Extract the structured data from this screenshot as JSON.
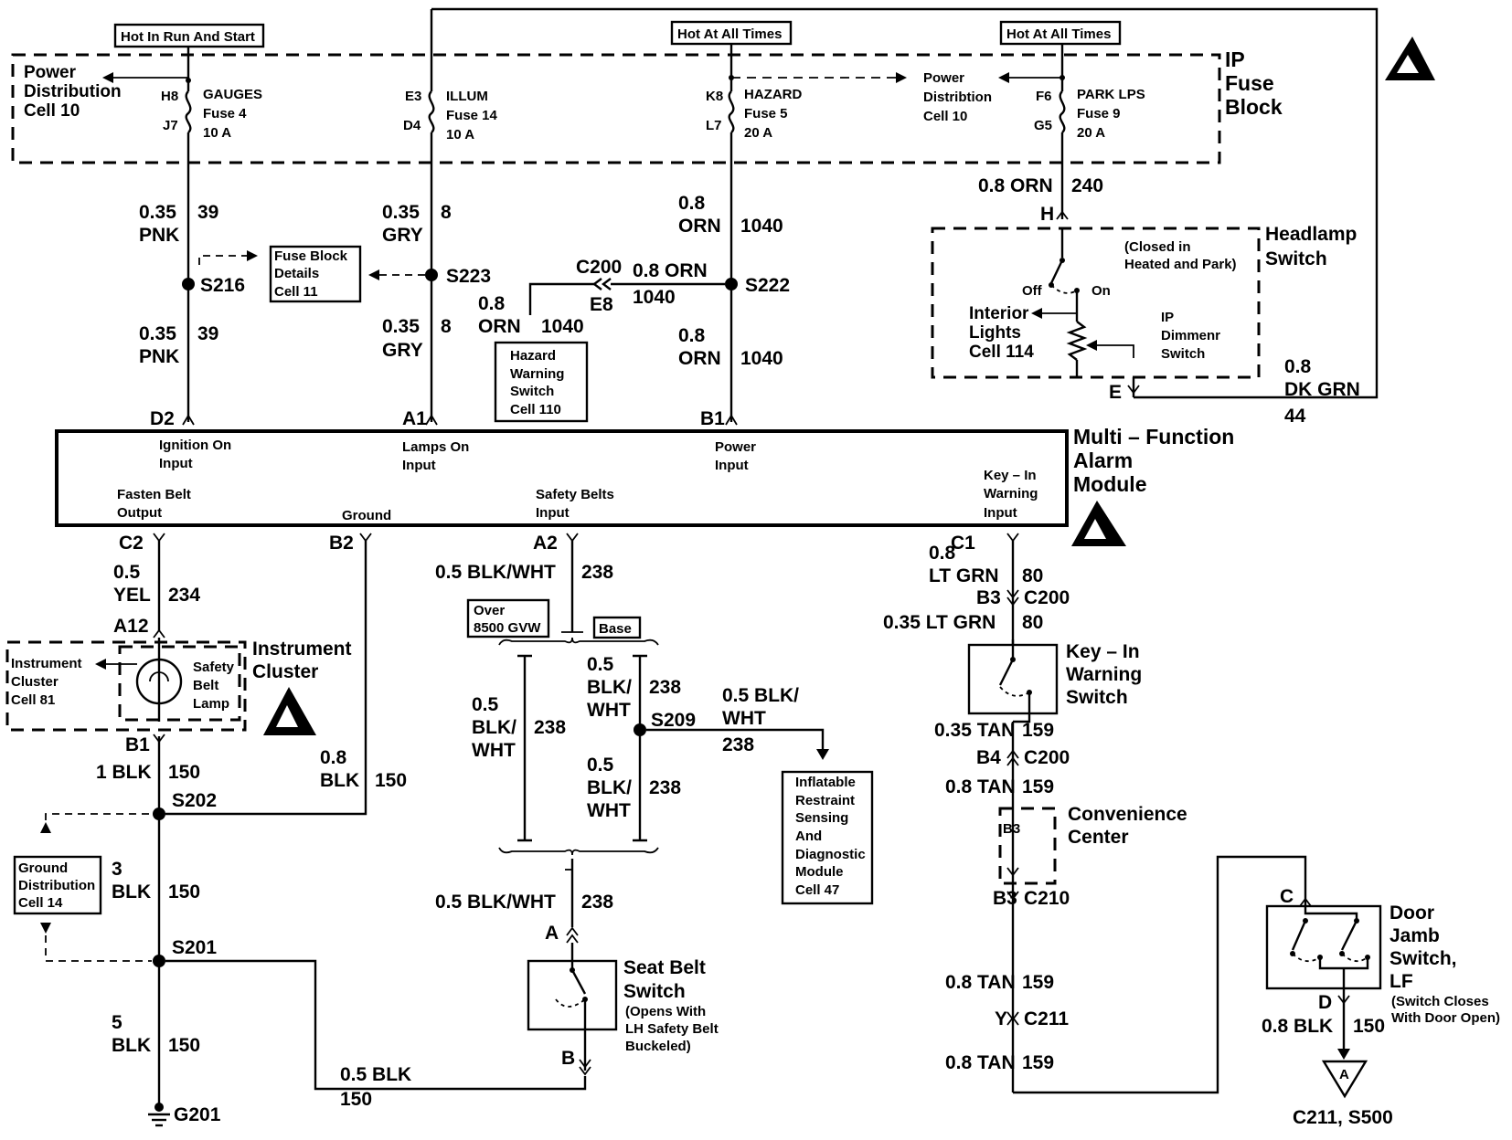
{
  "hot_labels": {
    "run_start": "Hot In Run And Start",
    "all_times_1": "Hot At All Times",
    "all_times_2": "Hot At All Times"
  },
  "ip_fuse_block": {
    "title": [
      "IP",
      "Fuse",
      "Block"
    ],
    "power_dist_left": [
      "Power",
      "Distribution",
      "Cell 10"
    ],
    "power_dist_right": [
      "Power",
      "Distribtion",
      "Cell 10"
    ],
    "fuses": [
      {
        "top_pin": "H8",
        "bottom_pin": "J7",
        "name": "GAUGES",
        "fuse": "Fuse 4",
        "rating": "10 A"
      },
      {
        "top_pin": "E3",
        "bottom_pin": "D4",
        "name": "ILLUM",
        "fuse": "Fuse 14",
        "rating": "10 A"
      },
      {
        "top_pin": "K8",
        "bottom_pin": "L7",
        "name": "HAZARD",
        "fuse": "Fuse 5",
        "rating": "20 A"
      },
      {
        "top_pin": "F6",
        "bottom_pin": "G5",
        "name": "PARK LPS",
        "fuse": "Fuse 9",
        "rating": "20 A"
      }
    ]
  },
  "wires": {
    "w1": [
      "0.35",
      "PNK",
      "39"
    ],
    "w2": [
      "0.35",
      "PNK",
      "39"
    ],
    "w3": [
      "0.35",
      "GRY",
      "8"
    ],
    "w4": [
      "0.35",
      "GRY",
      "8"
    ],
    "w5": [
      "0.8",
      "ORN",
      "1040"
    ],
    "w6": [
      "0.8",
      "ORN",
      "1040"
    ],
    "w7": [
      "0.8 ORN",
      "1040"
    ],
    "w8": [
      "0.8",
      "ORN",
      "1040"
    ],
    "w9": [
      "0.8 ORN",
      "240"
    ],
    "w10": [
      "0.8",
      "DK GRN",
      "44"
    ],
    "w11": [
      "0.5",
      "YEL",
      "234"
    ],
    "w12": [
      "1 BLK",
      "150"
    ],
    "w13": [
      "0.8",
      "BLK",
      "150"
    ],
    "w14": [
      "3",
      "BLK",
      "150"
    ],
    "w15": [
      "5",
      "BLK",
      "150"
    ],
    "w16": [
      "0.5 BLK",
      "150"
    ],
    "w17": [
      "0.5 BLK/WHT",
      "238"
    ],
    "w18": [
      "0.5",
      "BLK/",
      "WHT",
      "238"
    ],
    "w19": [
      "0.5",
      "BLK/",
      "WHT",
      "238"
    ],
    "w20": [
      "0.5 BLK/",
      "WHT",
      "238"
    ],
    "w21": [
      "0.5",
      "BLK/",
      "WHT",
      "238"
    ],
    "w22": [
      "0.5 BLK/WHT",
      "238"
    ],
    "w23": [
      "0.8",
      "LT GRN",
      "80"
    ],
    "w24": [
      "0.35 LT GRN",
      "80"
    ],
    "w25": [
      "0.35 TAN",
      "159"
    ],
    "w26": [
      "0.8 TAN",
      "159"
    ],
    "w27": [
      "0.8 TAN",
      "159"
    ],
    "w28": [
      "0.8 TAN",
      "159"
    ],
    "w29": [
      "0.8 BLK",
      "150"
    ]
  },
  "splices": {
    "s216": "S216",
    "s223": "S223",
    "s222": "S222",
    "s209": "S209",
    "s202": "S202",
    "s201": "S201",
    "g201": "G201"
  },
  "connectors": {
    "c200": "C200",
    "e8": "E8",
    "h": "H",
    "e": "E",
    "d2": "D2",
    "a1": "A1",
    "b1": "B1",
    "c2": "C2",
    "b2": "B2",
    "a2": "A2",
    "c1": "C1",
    "a12": "A12",
    "b1_ic": "B1",
    "b3_c200": "B3",
    "c200_b3": "C200",
    "b4": "B4",
    "c200_b4": "C200",
    "b3_conv": "B3",
    "b3_c210": "B3",
    "c210": "C210",
    "y": "Y",
    "c211": "C211",
    "sb_a": "A",
    "sb_b": "B",
    "dj_c": "C",
    "dj_d": "D",
    "tri": "A",
    "bottom_ref": "C211, S500"
  },
  "fuse_block_details": [
    "Fuse Block",
    "Details",
    "Cell 11"
  ],
  "hazard_switch": [
    "Hazard",
    "Warning",
    "Switch",
    "Cell 110"
  ],
  "headlamp_switch": {
    "title": [
      "Headlamp",
      "Switch"
    ],
    "note": [
      "(Closed in",
      "Heated and Park)"
    ],
    "off": "Off",
    "on": "On",
    "interior": [
      "Interior",
      "Lights",
      "Cell 114"
    ],
    "dimmer": [
      "IP",
      "Dimmenr",
      "Switch"
    ]
  },
  "module": {
    "title": [
      "Multi – Function",
      "Alarm",
      "Module"
    ],
    "ignition": [
      "Ignition On",
      "Input"
    ],
    "lamps": [
      "Lamps On",
      "Input"
    ],
    "power": [
      "Power",
      "Input"
    ],
    "fasten": [
      "Fasten Belt",
      "Output"
    ],
    "ground": "Ground",
    "safety": [
      "Safety Belts",
      "Input"
    ],
    "keyin": [
      "Key – In",
      "Warning",
      "Input"
    ]
  },
  "instrument_cluster": {
    "title": [
      "Instrument",
      "Cluster"
    ],
    "ref": [
      "Instrument",
      "Cluster",
      "Cell 81"
    ],
    "lamp": [
      "Safety",
      "Belt",
      "Lamp"
    ]
  },
  "ground_dist": [
    "Ground",
    "Distribution",
    "Cell 14"
  ],
  "gvw_over": [
    "Over",
    "8500 GVW"
  ],
  "gvw_base": "Base",
  "inflatable": [
    "Inflatable",
    "Restraint",
    "Sensing",
    "And",
    "Diagnostic",
    "Module",
    "Cell 47"
  ],
  "seat_belt_switch": {
    "title": [
      "Seat Belt",
      "Switch"
    ],
    "note": [
      "(Opens With",
      "LH Safety Belt",
      "Buckeled)"
    ]
  },
  "keyin_switch": [
    "Key – In",
    "Warning",
    "Switch"
  ],
  "convenience_center": [
    "Convenience",
    "Center"
  ],
  "door_jamb": {
    "title": [
      "Door",
      "Jamb",
      "Switch,",
      "LF"
    ],
    "note": [
      "(Switch Closes",
      "With Door Open)"
    ]
  }
}
